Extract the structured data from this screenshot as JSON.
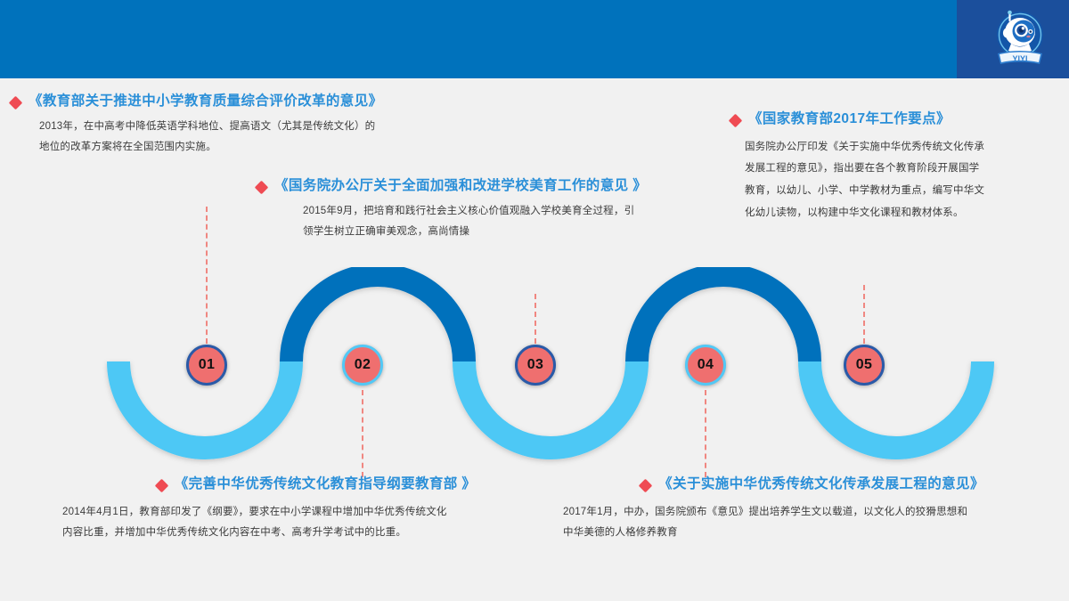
{
  "slide": {
    "background_color": "#f1f1f1",
    "header_color": "#0072bc",
    "header_panel_color": "#1b4f9c",
    "accent_red": "#ef4b53",
    "heading_blue": "#2a8fd8",
    "wave_dark_blue": "#0071bc",
    "wave_light_blue": "#4ec8f5",
    "node_fill": "#ef6f6f"
  },
  "logo": {
    "name": "mascot-logo",
    "alt": "robot mascot logo"
  },
  "nodes": [
    {
      "label": "01",
      "ring": "dark"
    },
    {
      "label": "02",
      "ring": "light"
    },
    {
      "label": "03",
      "ring": "dark"
    },
    {
      "label": "04",
      "ring": "light"
    },
    {
      "label": "05",
      "ring": "dark"
    }
  ],
  "items": [
    {
      "id": "item-01",
      "heading": "《教育部关于推进中小学教育质量综合评价改革的意见》",
      "body": "2013年，在中高考中降低英语学科地位、提高语文（尤其是传统文化）的\n地位的改革方案将在全国范围内实施。"
    },
    {
      "id": "item-02",
      "heading": "《国务院办公厅关于全面加强和改进学校美育工作的意见 》",
      "body": "2015年9月，把培育和践行社会主义核心价值观融入学校美育全过程，引\n领学生树立正确审美观念，高尚情操"
    },
    {
      "id": "item-03",
      "heading": "《国家教育部2017年工作要点》",
      "body": "国务院办公厅印发《关于实施中华优秀传统文化传承\n发展工程的意见》，指出要在各个教育阶段开展国学\n教育，以幼儿、小学、中学教材为重点，编写中华文\n化幼儿读物，以构建中华文化课程和教材体系。"
    },
    {
      "id": "item-04",
      "heading": "《完善中华优秀传统文化教育指导纲要教育部 》",
      "body": "2014年4月1日，教育部印发了《纲要》，要求在中小学课程中增加中华优秀传统文化\n内容比重，并增加中华优秀传统文化内容在中考、高考升学考试中的比重。"
    },
    {
      "id": "item-05",
      "heading": "《关于实施中华优秀传统文化传承发展工程的意见》",
      "body": "2017年1月，中办，国务院颁布《意见》提出培养学生文以载道，以文化人的狡猾思想和\n中华美德的人格修养教育"
    }
  ]
}
